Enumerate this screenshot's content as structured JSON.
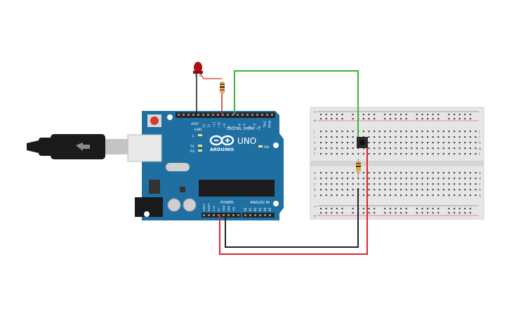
{
  "board": {
    "brand": "ARDUINO",
    "model": "UNO",
    "digital_header_label": "DIGITAL (PWM ~)",
    "power_header_label": "POWER",
    "analog_header_label": "ANALOG IN",
    "on_led_label": "ON",
    "l_led_label": "L",
    "tx_label": "TX",
    "rx_label": "RX",
    "aref_label": "AREF",
    "gnd_label": "GND",
    "digital_pins": [
      "13",
      "12",
      "~11",
      "~10",
      "~9",
      "8",
      "7",
      "~6",
      "~5",
      "4",
      "~3",
      "2",
      "TX▸1",
      "RX◂0"
    ],
    "power_pins": [
      "IOREF",
      "RESET",
      "3.3V",
      "5V",
      "GND",
      "GND",
      "VIN"
    ],
    "analog_pins": [
      "A0",
      "A1",
      "A2",
      "A3",
      "A4",
      "A5"
    ],
    "board_color": "#1f6fa3"
  },
  "breadboard": {
    "row_letters_top": [
      "j",
      "i",
      "h",
      "g",
      "f"
    ],
    "row_letters_bottom": [
      "e",
      "d",
      "c",
      "b",
      "a"
    ],
    "rail_minus": "−",
    "rail_plus": "+"
  },
  "wires": {
    "signal_color": "#3db33d",
    "power_color": "#e0252b",
    "ground_color": "#222222"
  },
  "components": {
    "led_color": "#b01010",
    "resistor_color": "#d9b26b"
  }
}
